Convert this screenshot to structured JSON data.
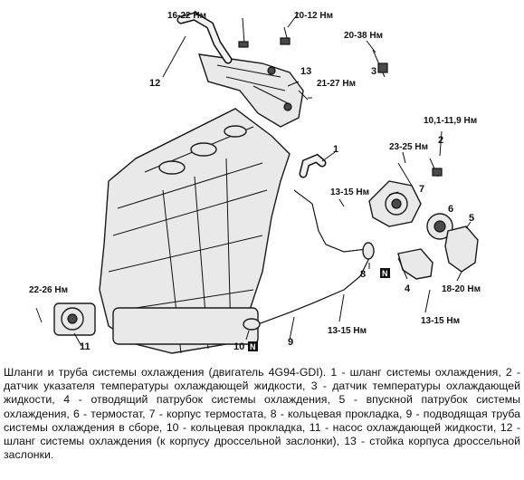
{
  "labels": {
    "torque_16_22": "16-22 Нм",
    "torque_10_12": "10-12 Нм",
    "torque_20_38": "20-38 Нм",
    "torque_21_27": "21-27 Нм",
    "torque_10_1_11_9": "10,1-11,9 Нм",
    "torque_23_25": "23-25 Нм",
    "torque_13_15_a": "13-15 Нм",
    "torque_13_15_b": "13-15 Нм",
    "torque_13_15_c": "13-15 Нм",
    "torque_18_20": "18-20 Нм",
    "torque_22_26": "22-26 Нм"
  },
  "callouts": {
    "n1": "1",
    "n2": "2",
    "n3": "3",
    "n4": "4",
    "n5": "5",
    "n6": "6",
    "n7": "7",
    "n8": "8",
    "n9": "9",
    "n10": "10",
    "n11": "11",
    "n12": "12",
    "n13": "13",
    "new_mark": "N"
  },
  "caption": "Шланги и труба системы охлаждения (двигатель 4G94-GDI). 1 - шланг системы охлаждения, 2 - датчик указателя температуры охлаждающей жидкости, 3 - датчик температуры охлаждающей жидкости, 4 - отводящий патрубок системы охлаждения, 5 - впускной патрубок системы охлаждения, 6 - термостат, 7 - корпус термостата, 8 - кольцевая прокладка, 9 - подводящая труба системы охлаждения в сборе, 10 - кольцевая прокладка, 11 - насос охлаждающей жидкости, 12 - шланг системы охлаждения (к корпусу дроссельной заслонки), 13 - стойка корпуса дроссельной заслонки."
}
